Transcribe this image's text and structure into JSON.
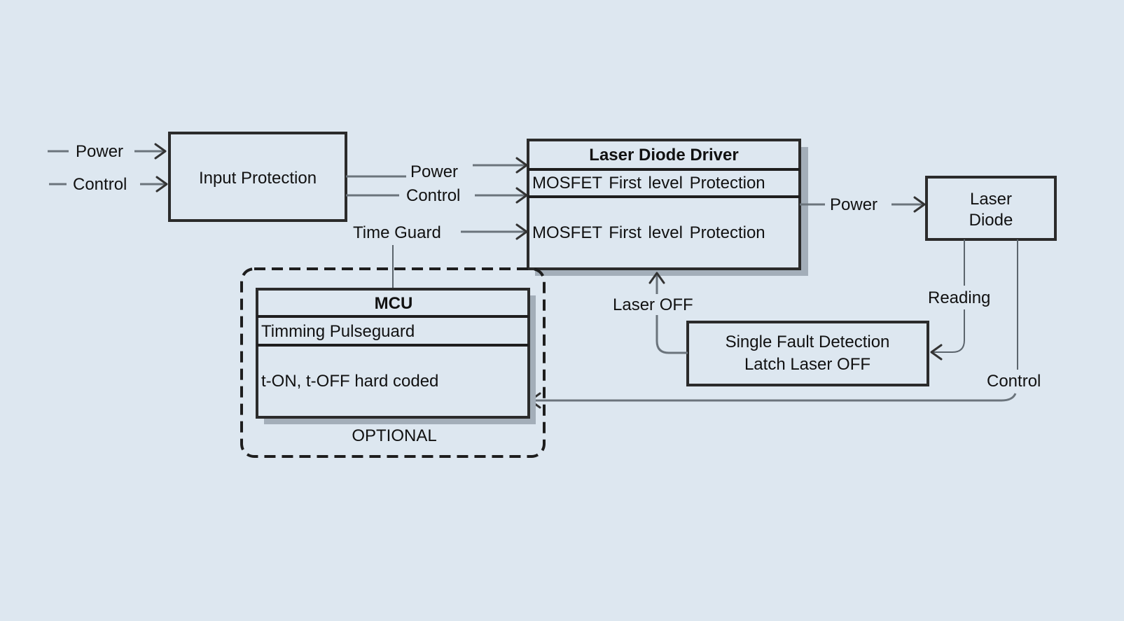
{
  "diagram": {
    "background": "#dde7f0",
    "inputs": {
      "power": "Power",
      "control": "Control"
    },
    "input_protection": {
      "label": "Input Protection"
    },
    "links": {
      "power_to_driver": "Power",
      "control_to_driver": "Control",
      "time_guard": "Time Guard",
      "power_to_laser": "Power",
      "laser_off": "Laser OFF",
      "reading": "Reading",
      "control_feedback": "Control"
    },
    "laser_diode_driver": {
      "title": "Laser Diode Driver",
      "row1": "MOSFET First level  Protection",
      "row2": "MOSFET First level  Protection"
    },
    "laser_diode": {
      "line1": "Laser",
      "line2": "Diode"
    },
    "fault_detection": {
      "line1": "Single  Fault Detection",
      "line2": "Latch Laser OFF"
    },
    "mcu": {
      "title": "MCU",
      "row1": "Timming  Pulseguard",
      "row2": "t-ON, t-OFF hard  coded"
    },
    "optional_label": "OPTIONAL"
  }
}
